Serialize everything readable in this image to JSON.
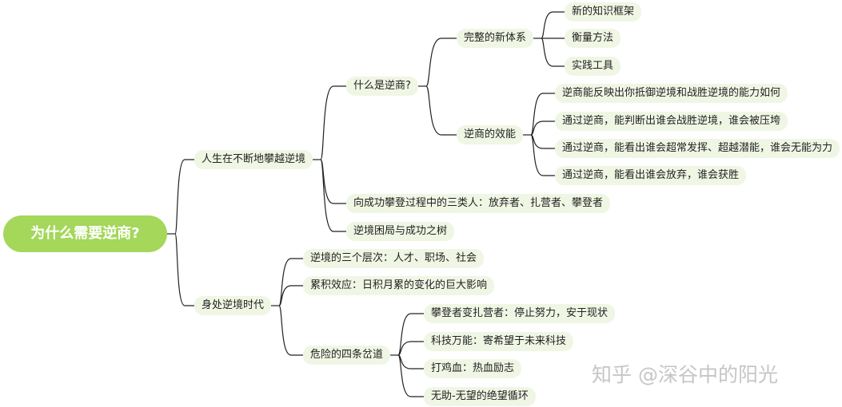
{
  "root": "为什么需要逆商?",
  "branch1": {
    "label": "人生在不断地攀越逆境",
    "what": {
      "label": "什么是逆商?",
      "system": {
        "label": "完整的新体系",
        "items": [
          "新的知识框架",
          "衡量方法",
          "实践工具"
        ]
      },
      "efficacy": {
        "label": "逆商的效能",
        "items": [
          "逆商能反映出你抵御逆境和战胜逆境的能力如何",
          "通过逆商，能判断出谁会战胜逆境，谁会被压垮",
          "通过逆商，能看出谁会超常发挥、超越潜能，谁会无能为力",
          "通过逆商，能看出谁会放弃，谁会获胜"
        ]
      }
    },
    "three_types": "向成功攀登过程中的三类人：放弃者、扎营者、攀登者",
    "tree": "逆境困局与成功之树"
  },
  "branch2": {
    "label": "身处逆境时代",
    "levels": "逆境的三个层次：人才、职场、社会",
    "cumulative": "累积效应：日积月累的变化的巨大影响",
    "traps": {
      "label": "危险的四条岔道",
      "items": [
        "攀登者变扎营者：停止努力，安于现状",
        "科技万能：寄希望于未来科技",
        "打鸡血：热血励志",
        "无助-无望的绝望循环"
      ]
    }
  },
  "watermark": "知乎 @深谷中的阳光",
  "colors": {
    "root_fill": "#a4d75a",
    "node_fill": "#f0f6e4",
    "line": "#222222"
  }
}
